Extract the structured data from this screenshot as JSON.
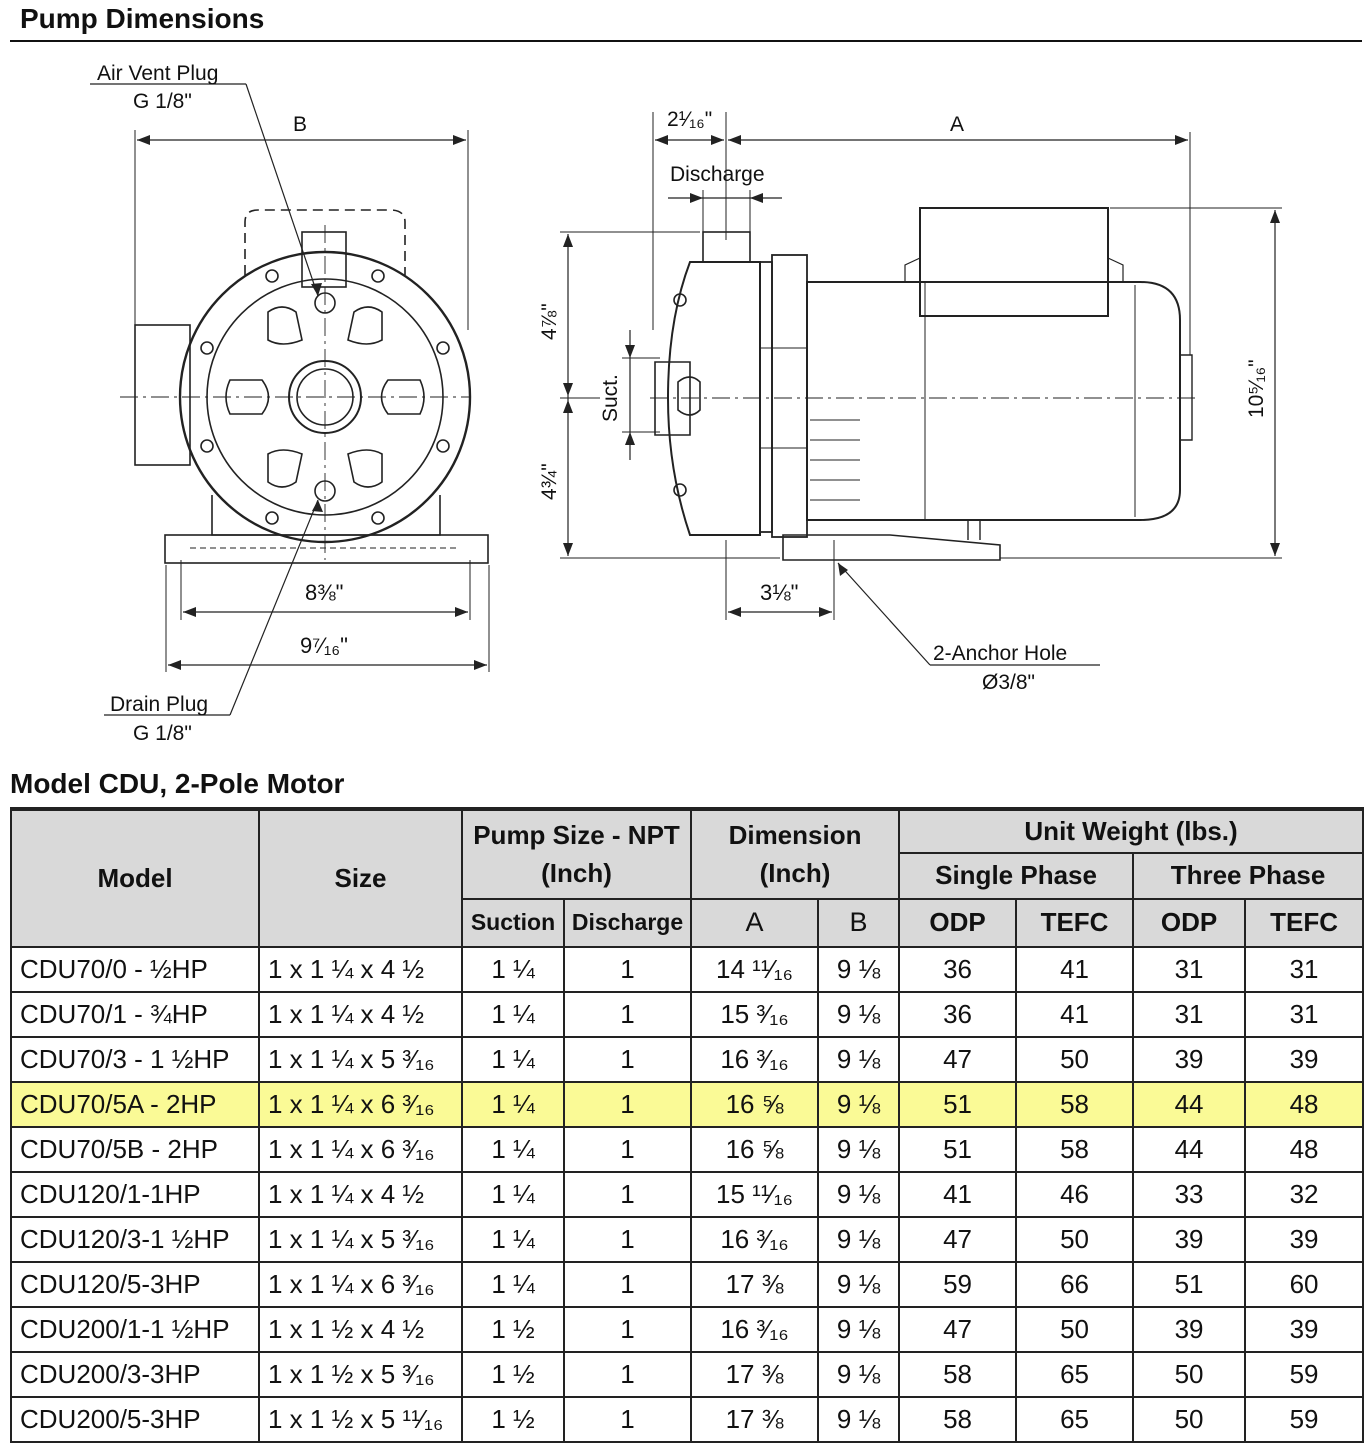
{
  "page": {
    "section_title": "Pump Dimensions",
    "table_title": "Model CDU, 2-Pole Motor"
  },
  "drawing": {
    "air_vent_label": "Air Vent Plug",
    "air_vent_size": "G 1/8\"",
    "drain_label": "Drain Plug",
    "drain_size": "G 1/8\"",
    "dim_b": "B",
    "dim_a": "A",
    "width_8": "8⅜\"",
    "width_9": "9⁷⁄₁₆\"",
    "offset_2": "2¹⁄₁₆\"",
    "discharge_label": "Discharge",
    "suction_label": "Suct.",
    "height_upper": "4⅞\"",
    "height_lower": "4¾\"",
    "height_total": "10⁵⁄₁₆\"",
    "foot_3": "3⅛\"",
    "anchor_label": "2-Anchor Hole",
    "anchor_size": "Ø3/8\""
  },
  "table": {
    "headers": {
      "model": "Model",
      "size": "Size",
      "pump_size": "Pump Size - NPT",
      "pump_size_unit": "(Inch)",
      "dimension": "Dimension",
      "dimension_unit": "(Inch)",
      "unit_weight": "Unit Weight (lbs.)",
      "single_phase": "Single Phase",
      "three_phase": "Three Phase",
      "suction": "Suction",
      "discharge": "Discharge",
      "a": "A",
      "b": "B",
      "odp": "ODP",
      "tefc": "TEFC"
    },
    "highlight_color": "#fafa96",
    "rows": [
      [
        "CDU70/0 - ½HP",
        "1 x 1 ¼ x 4 ½",
        "1 ¼",
        "1",
        "14 ¹¹⁄₁₆",
        "9 ⅛",
        "36",
        "41",
        "31",
        "31"
      ],
      [
        "CDU70/1 - ¾HP",
        "1 x 1 ¼ x 4 ½",
        "1 ¼",
        "1",
        "15 ³⁄₁₆",
        "9 ⅛",
        "36",
        "41",
        "31",
        "31"
      ],
      [
        "CDU70/3 - 1 ½HP",
        "1 x 1 ¼ x 5 ³⁄₁₆",
        "1 ¼",
        "1",
        "16 ³⁄₁₆",
        "9 ⅛",
        "47",
        "50",
        "39",
        "39"
      ],
      [
        "CDU70/5A - 2HP",
        "1 x 1 ¼ x 6 ³⁄₁₆",
        "1 ¼",
        "1",
        "16 ⅝",
        "9 ⅛",
        "51",
        "58",
        "44",
        "48"
      ],
      [
        "CDU70/5B - 2HP",
        "1 x 1 ¼ x 6 ³⁄₁₆",
        "1 ¼",
        "1",
        "16 ⅝",
        "9 ⅛",
        "51",
        "58",
        "44",
        "48"
      ],
      [
        "CDU120/1-1HP",
        "1 x 1 ¼ x 4 ½",
        "1 ¼",
        "1",
        "15 ¹¹⁄₁₆",
        "9 ⅛",
        "41",
        "46",
        "33",
        "32"
      ],
      [
        "CDU120/3-1 ½HP",
        "1 x 1 ¼ x 5 ³⁄₁₆",
        "1 ¼",
        "1",
        "16 ³⁄₁₆",
        "9 ⅛",
        "47",
        "50",
        "39",
        "39"
      ],
      [
        "CDU120/5-3HP",
        "1 x 1 ¼ x 6 ³⁄₁₆",
        "1 ¼",
        "1",
        "17 ⅜",
        "9 ⅛",
        "59",
        "66",
        "51",
        "60"
      ],
      [
        "CDU200/1-1 ½HP",
        "1 x 1 ½ x 4 ½",
        "1 ½",
        "1",
        "16 ³⁄₁₆",
        "9 ⅛",
        "47",
        "50",
        "39",
        "39"
      ],
      [
        "CDU200/3-3HP",
        "1 x 1 ½ x 5 ³⁄₁₆",
        "1 ½",
        "1",
        "17 ⅜",
        "9 ⅛",
        "58",
        "65",
        "50",
        "59"
      ],
      [
        "CDU200/5-3HP",
        "1 x 1 ½ x 5 ¹¹⁄₁₆",
        "1 ½",
        "1",
        "17 ⅜",
        "9 ⅛",
        "58",
        "65",
        "50",
        "59"
      ]
    ]
  }
}
